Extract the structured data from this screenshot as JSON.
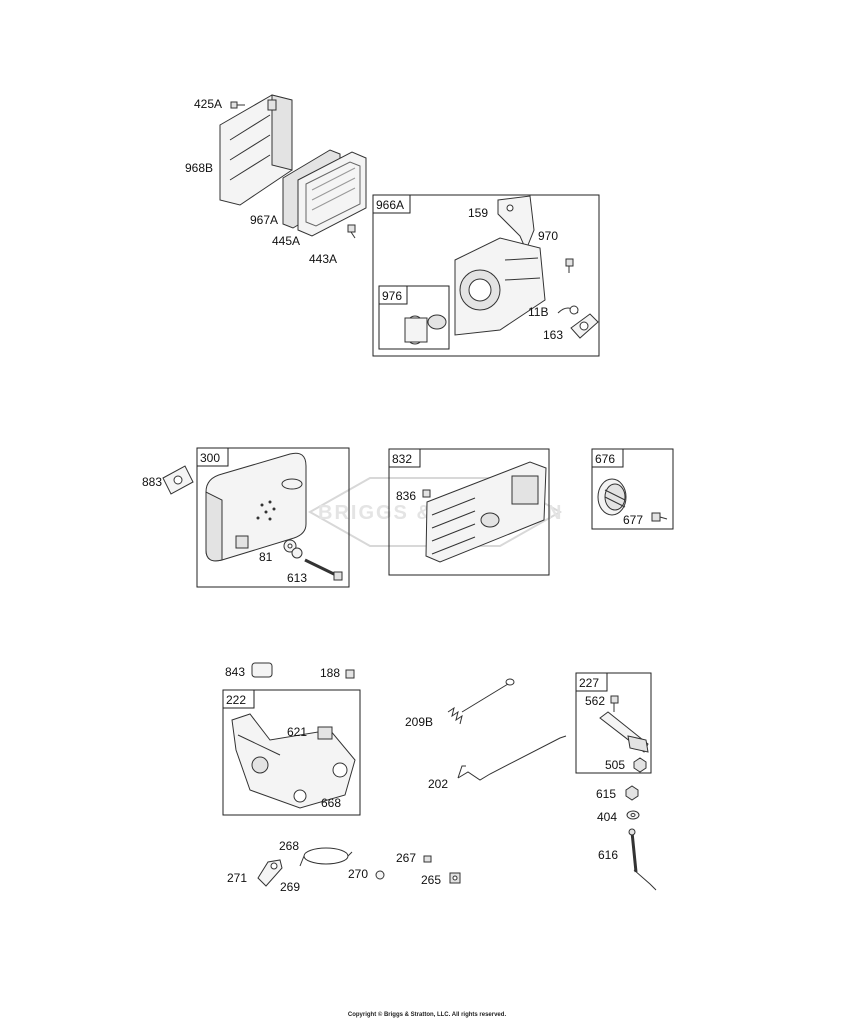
{
  "labels": {
    "p425A": "425A",
    "p968B": "968B",
    "p967A": "967A",
    "p445A": "445A",
    "p443A": "443A",
    "p966A": "966A",
    "p159": "159",
    "p970": "970",
    "p976": "976",
    "p11B": "11B",
    "p163": "163",
    "p883": "883",
    "p300": "300",
    "p81": "81",
    "p613": "613",
    "p832": "832",
    "p836": "836",
    "p676": "676",
    "p677": "677",
    "p843": "843",
    "p188": "188",
    "p222": "222",
    "p621": "621",
    "p668": "668",
    "p209B": "209B",
    "p202": "202",
    "p227": "227",
    "p562": "562",
    "p505": "505",
    "p615": "615",
    "p404": "404",
    "p616": "616",
    "p268": "268",
    "p271": "271",
    "p269": "269",
    "p270": "270",
    "p267": "267",
    "p265": "265"
  },
  "watermark": "BRIGGS & STRATTON",
  "copyright": "Copyright © Briggs & Stratton, LLC. All rights reserved."
}
